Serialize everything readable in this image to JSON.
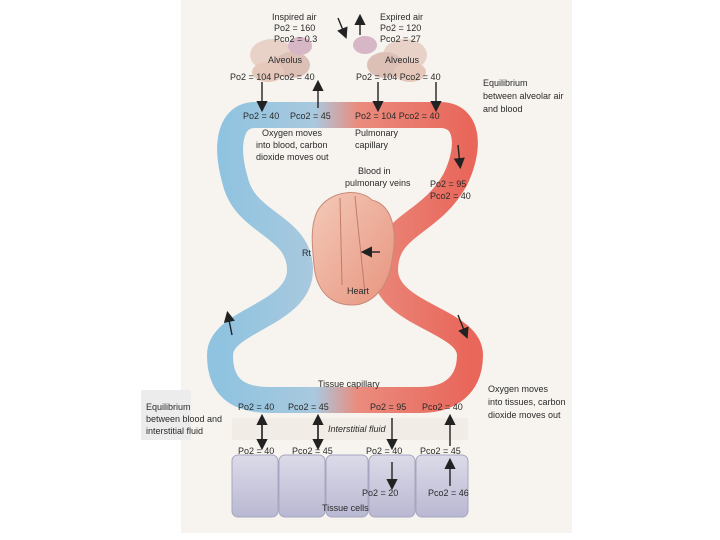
{
  "labels": {
    "inspired_air": "Inspired air",
    "inspired_po2": "Po2 = 160",
    "inspired_pco2": "Pco2 = 0.3",
    "expired_air": "Expired air",
    "expired_po2": "Po2 = 120",
    "expired_pco2": "Pco2 = 27",
    "alveolus_left": "Alveolus",
    "alveolus_right": "Alveolus",
    "alv_left_values": "Po2 = 104 Pco2 = 40",
    "alv_right_values": "Po2 = 104 Pco2 = 40",
    "eq_alveolar_1": "Equilibrium",
    "eq_alveolar_2": "between alveolar air",
    "eq_alveolar_3": "and blood",
    "cap_left_po2": "Po2 = 40",
    "cap_left_pco2": "Pco2 = 45",
    "cap_right_values": "Po2 = 104 Pco2 = 40",
    "oxygen_in_1": "Oxygen moves",
    "oxygen_in_2": "into blood, carbon",
    "oxygen_in_3": "dioxide moves out",
    "pulm_cap_1": "Pulmonary",
    "pulm_cap_2": "capillary",
    "blood_veins_1": "Blood in",
    "blood_veins_2": "pulmonary veins",
    "veins_po2": "Po2 = 95",
    "veins_pco2": "Pco2 = 40",
    "rt": "Rt",
    "heart": "Heart",
    "tissue_capillary": "Tissue capillary",
    "tc_po2_left": "Po2 = 40",
    "tc_pco2_left": "Pco2 = 45",
    "tc_po2_right": "Po2 = 95",
    "tc_pco2_right": "Pco2 = 40",
    "oxygen_out_1": "Oxygen moves",
    "oxygen_out_2": "into tissues, carbon",
    "oxygen_out_3": "dioxide moves out",
    "eq_tissue_1": "Equilibrium",
    "eq_tissue_2": "between blood and",
    "eq_tissue_3": "interstitial fluid",
    "interstitial_fluid": "Interstitial fluid",
    "if_po2_left": "Po2 = 40",
    "if_pco2_left": "Pco2 = 45",
    "if_po2_right": "Po2 = 40",
    "if_pco2_right": "Pco2 = 45",
    "cell_po2": "Po2 = 20",
    "cell_pco2": "Pco2 = 46",
    "tissue_cells": "Tissue cells"
  },
  "colors": {
    "venous_blue": "#8fc3e0",
    "arterial_red": "#e9665a",
    "heart": "#efb4a3",
    "alveolus": "#e9d3c8",
    "cells": "#c9c8dc"
  }
}
